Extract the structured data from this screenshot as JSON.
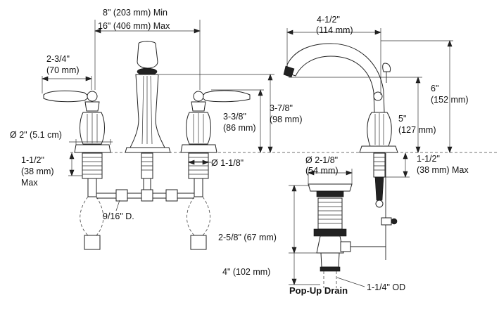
{
  "labels": {
    "spread": "8\" (203 mm) Min",
    "spread_max": "16\" (406 mm) Max",
    "handle_width_in": "2-3/4\"",
    "handle_width_mm": "(70 mm)",
    "base_dia": "Ø 2\" (5.1 cm)",
    "shank_len_left_in": "1-1/2\"",
    "shank_len_left_mm": "(38 mm)",
    "shank_len_left_max": "Max",
    "handle_height_in": "3-3/8\"",
    "handle_height_mm": "(86 mm)",
    "spout_height_in": "3-7/8\"",
    "spout_height_mm": "(98 mm)",
    "hole_dia": "Ø 1-1/8\"",
    "hose_dia": "9/16\" D.",
    "reach_in": "4-1/2\"",
    "reach_mm": "(114 mm)",
    "total_height_in": "6\"",
    "total_height_mm": "(152 mm)",
    "aerator_height_in": "5\"",
    "aerator_height_mm": "(127 mm)",
    "shank_len_right_in": "1-1/2\"",
    "shank_len_right_mm": "(38 mm) Max",
    "drain_dia_in": "Ø 2-1/8\"",
    "drain_dia_mm": "(54 mm)",
    "drain_depth": "2-5/8\" (67 mm)",
    "drain_below": "4\" (102 mm)",
    "drain_title": "Pop-Up Drain",
    "drain_od": "1-1/4\" OD"
  },
  "colors": {
    "line": "#222222",
    "background": "#ffffff"
  }
}
